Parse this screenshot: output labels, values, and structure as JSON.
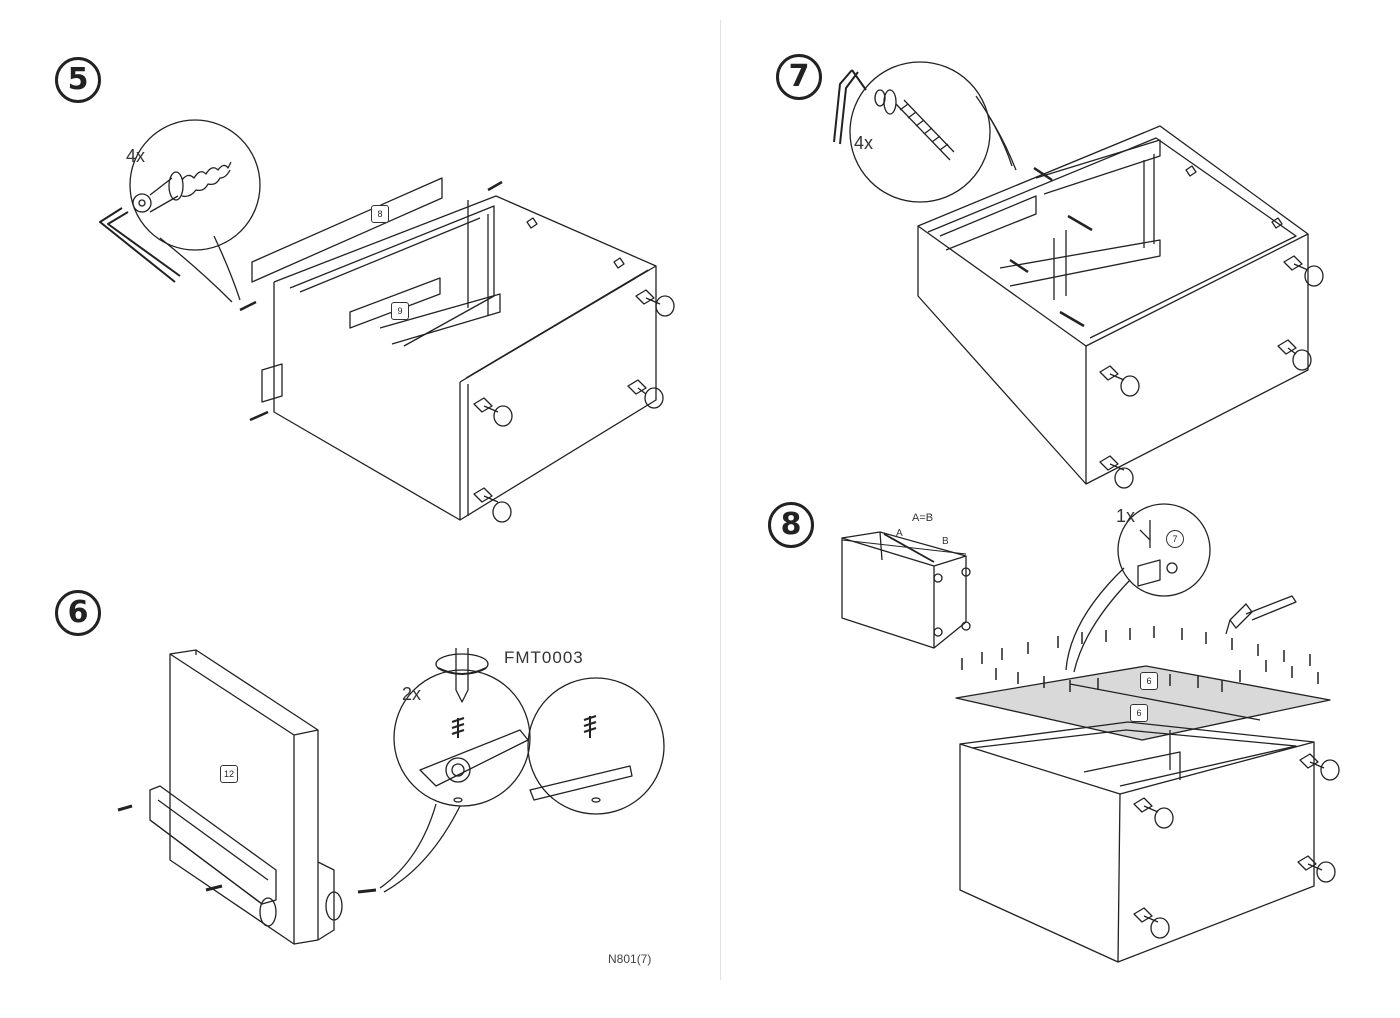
{
  "steps": [
    {
      "number": "5",
      "qty": "4x",
      "parts": [
        "8",
        "9"
      ]
    },
    {
      "number": "6",
      "qty": "2x",
      "part_code": "FMT0003",
      "parts": [
        "12"
      ]
    },
    {
      "number": "7",
      "qty": "4x"
    },
    {
      "number": "8",
      "qty": "1x",
      "measure": {
        "equation": "A=B",
        "a": "A",
        "b": "B"
      },
      "parts": [
        "6",
        "6"
      ],
      "ref": "7"
    }
  ],
  "footer": {
    "code": "N801(7)"
  },
  "colors": {
    "ink": "#222222",
    "paper": "#ffffff",
    "shade": "#d9d9d9"
  },
  "icons": [
    "allen-key-icon",
    "cam-bolt-icon",
    "screw-icon",
    "hammer-icon",
    "screwdriver-icon"
  ]
}
